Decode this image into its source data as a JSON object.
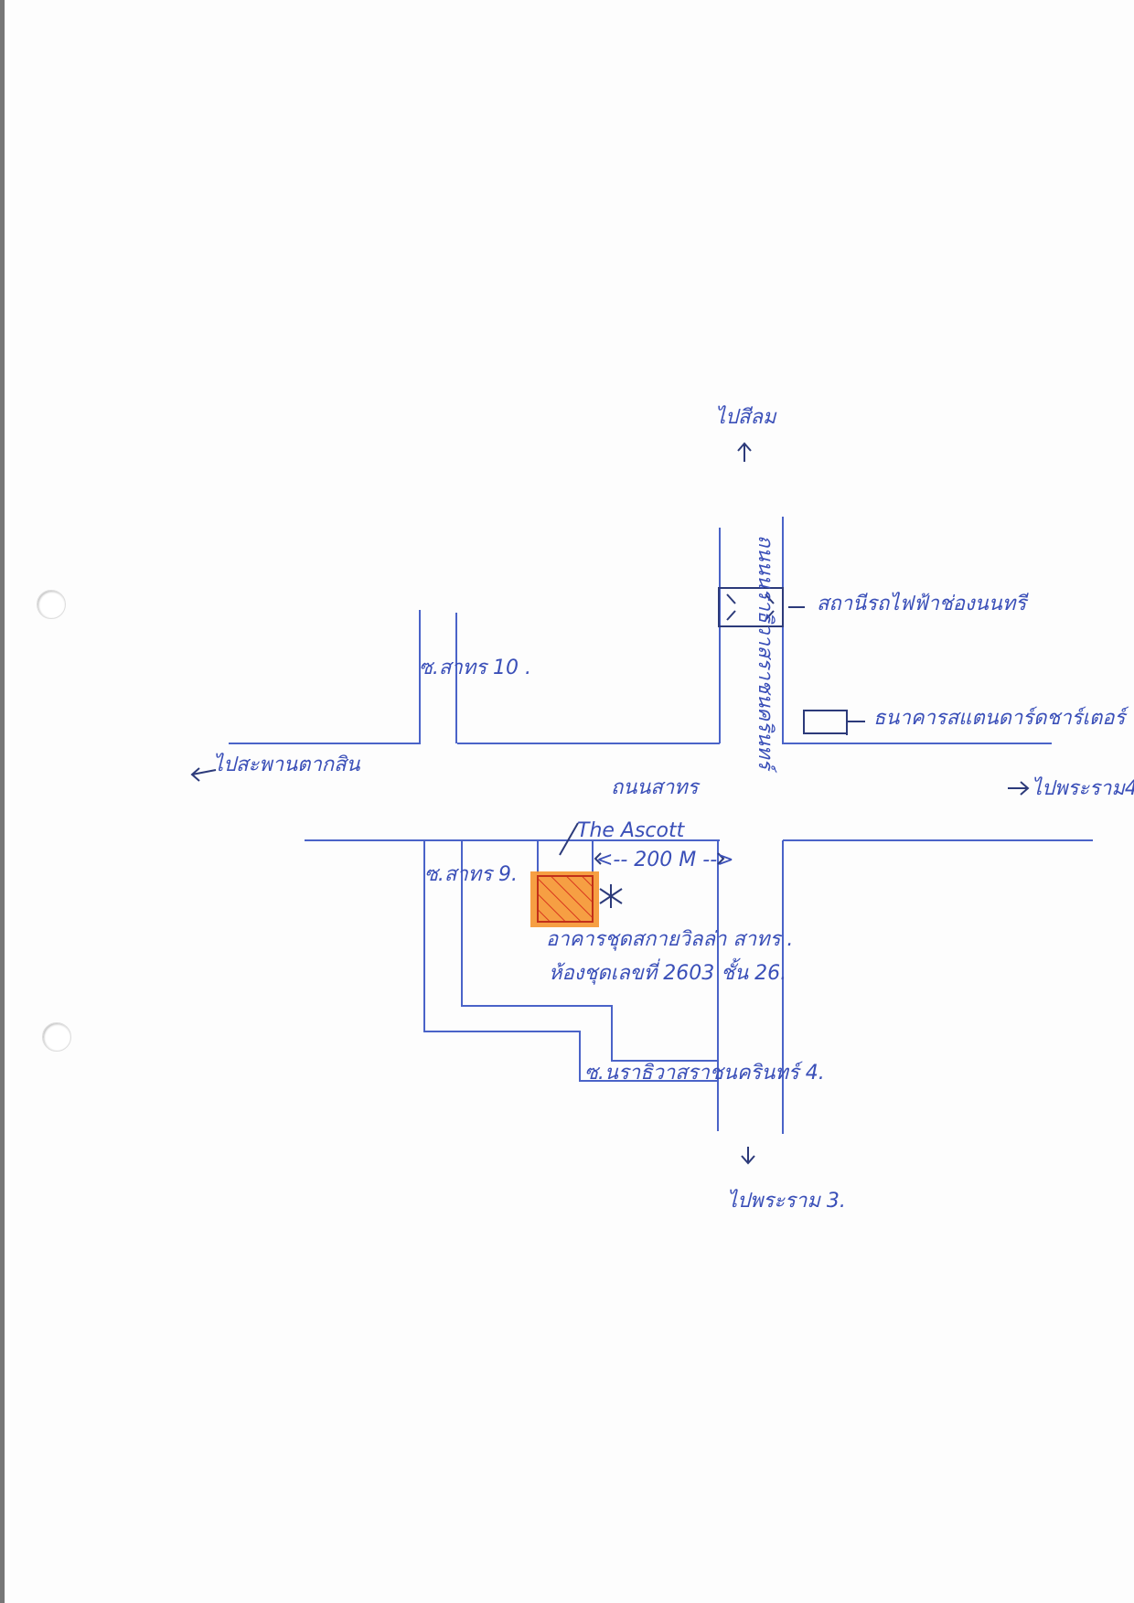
{
  "directions": {
    "north": "ไปสีลม",
    "south": "ไปพระราม 3.",
    "west": "ไปสะพานตากสิน",
    "east": "ไปพระราม4"
  },
  "roads": {
    "main_horizontal": "ถนนสาทร",
    "main_vertical": "ถนนนราธิวาสราชนครินทร์",
    "soi_10": "ซ.สาทร 10 .",
    "soi_9": "ซ.สาทร 9.",
    "soi_bottom": "ซ.นราธิวาสราชนครินทร์ 4."
  },
  "landmarks": {
    "bts_station": "สถานีรถไฟฟ้าช่องนนทรี",
    "bank_building": "ธนาคารสแตนดาร์ดชาร์เตอร์",
    "hotel": "The Ascott"
  },
  "distance_label": "<-- 200 M -->",
  "destination": {
    "line1": "อาคารชุดสกายวิลล่า สาทร .",
    "line2": "ห้องชุดเลขที่ 2603 ชั้น 26."
  },
  "colors": {
    "ink": "#3a4fb8",
    "road": "#4a63c8",
    "highlight": "#f5952f",
    "hatch": "#d9381e"
  },
  "icons": {
    "destination_marker": "asterisk-icon",
    "bts_marker": "station-box-icon",
    "bank_marker": "building-box-icon"
  }
}
